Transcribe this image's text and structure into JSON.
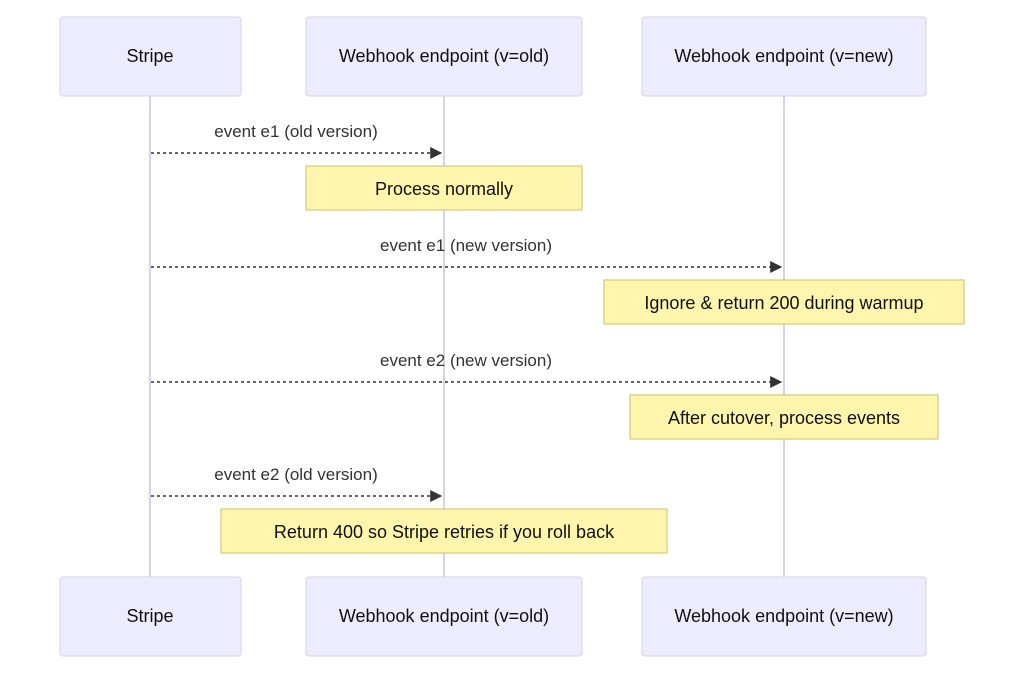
{
  "participants": [
    {
      "id": "stripe",
      "label": "Stripe"
    },
    {
      "id": "old",
      "label": "Webhook endpoint (v=old)"
    },
    {
      "id": "new",
      "label": "Webhook endpoint (v=new)"
    }
  ],
  "messages": [
    {
      "from": "stripe",
      "to": "old",
      "label": "event e1 (old version)"
    },
    {
      "from": "stripe",
      "to": "new",
      "label": "event e1 (new version)"
    },
    {
      "from": "stripe",
      "to": "new",
      "label": "event e2 (new version)"
    },
    {
      "from": "stripe",
      "to": "old",
      "label": "event e2 (old version)"
    }
  ],
  "notes": [
    {
      "over": "old",
      "label": "Process normally"
    },
    {
      "over": "new",
      "label": "Ignore & return 200 during warmup"
    },
    {
      "over": "new",
      "label": "After cutover, process events"
    },
    {
      "over": "old",
      "label": "Return 400 so Stripe retries if you roll back"
    }
  ]
}
